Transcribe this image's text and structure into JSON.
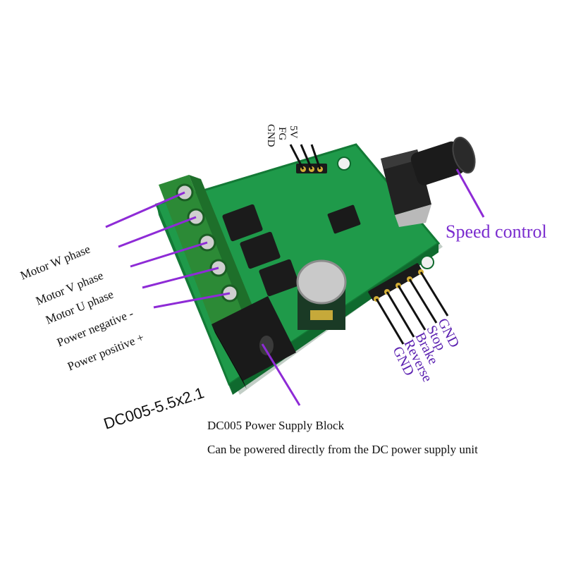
{
  "labels": {
    "motor_w": "Motor W phase",
    "motor_v": "Motor V phase",
    "motor_u": "Motor U phase",
    "power_neg": "Power negative -",
    "power_pos": "Power positive +",
    "dc_connector": "DC005-5.5x2.1",
    "speed_control": "Speed control",
    "top_pins": [
      "5V",
      "FG",
      "GND"
    ],
    "right_pins": [
      "GND",
      "Stop",
      "Brake",
      "Reverse",
      "GND"
    ],
    "dc_block_title": "DC005 Power Supply Block",
    "dc_block_desc": "Can be powered directly from the DC power supply unit"
  },
  "colors": {
    "board": "#1f9a4a",
    "board_dark": "#137a36",
    "terminal_block": "#2f8f3a",
    "leader_line": "#8e2bd6",
    "label_purple": "#7a2ccf"
  }
}
